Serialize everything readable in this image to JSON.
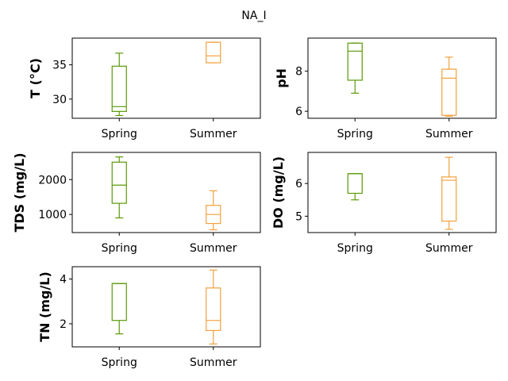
{
  "chart_data": {
    "type": "box",
    "title": "NA_I",
    "categories": [
      "Spring",
      "Summer"
    ],
    "colors": {
      "Spring": "#5a9a08",
      "Summer": "#f2a03d"
    },
    "subplots": [
      {
        "ylabel": "T  (°C)",
        "ylim": [
          27.2,
          38.9
        ],
        "yticks": [
          30,
          35
        ],
        "boxes": [
          {
            "category": "Spring",
            "min": 27.6,
            "q1": 28.2,
            "median": 28.9,
            "q3": 34.8,
            "max": 36.7
          },
          {
            "category": "Summer",
            "min": 35.3,
            "q1": 35.3,
            "median": 36.3,
            "q3": 38.3,
            "max": 38.3
          }
        ]
      },
      {
        "ylabel": "pH",
        "ylim": [
          5.65,
          9.65
        ],
        "yticks": [
          6,
          8
        ],
        "boxes": [
          {
            "category": "Spring",
            "min": 6.9,
            "q1": 7.55,
            "median": 9.0,
            "q3": 9.4,
            "max": 9.4
          },
          {
            "category": "Summer",
            "min": 5.75,
            "q1": 5.8,
            "median": 7.65,
            "q3": 8.1,
            "max": 8.7
          }
        ]
      },
      {
        "ylabel": "TDS (mg/L)",
        "ylim": [
          480,
          2780
        ],
        "yticks": [
          1000,
          2000
        ],
        "boxes": [
          {
            "category": "Spring",
            "min": 900,
            "q1": 1320,
            "median": 1840,
            "q3": 2500,
            "max": 2650
          },
          {
            "category": "Summer",
            "min": 560,
            "q1": 740,
            "median": 1000,
            "q3": 1260,
            "max": 1680
          }
        ]
      },
      {
        "ylabel": "DO (mg/L)",
        "ylim": [
          4.5,
          6.95
        ],
        "yticks": [
          5,
          6
        ],
        "boxes": [
          {
            "category": "Spring",
            "min": 5.5,
            "q1": 5.7,
            "median": 6.3,
            "q3": 6.3,
            "max": 6.3
          },
          {
            "category": "Summer",
            "min": 4.6,
            "q1": 4.85,
            "median": 6.1,
            "q3": 6.2,
            "max": 6.8
          }
        ]
      },
      {
        "ylabel": "TN (mg/L)",
        "ylim": [
          0.97,
          4.55
        ],
        "yticks": [
          2,
          4
        ],
        "boxes": [
          {
            "category": "Spring",
            "min": 1.55,
            "q1": 2.15,
            "median": 3.8,
            "q3": 3.8,
            "max": 3.8
          },
          {
            "category": "Summer",
            "min": 1.1,
            "q1": 1.7,
            "median": 2.15,
            "q3": 3.6,
            "max": 4.4
          }
        ]
      }
    ]
  }
}
